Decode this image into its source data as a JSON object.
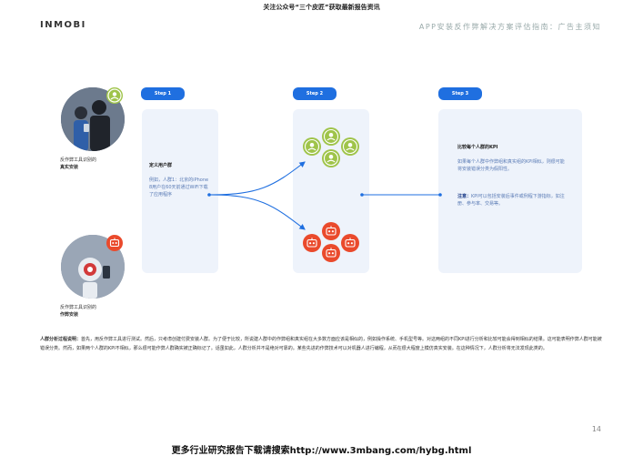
{
  "banner": "关注公众号“三个皮匠”获取最新报告资讯",
  "logo": "INMOBI",
  "doc_title": "APP安装反作弊解决方案评估指南：广告主须知",
  "left": {
    "real_caption": "反作弊工具识别的",
    "real_strong": "真实安装",
    "fraud_caption": "反作弊工具识别的",
    "fraud_strong": "作弊安装"
  },
  "steps": [
    {
      "label": "Step 1",
      "title": "定义用户群",
      "body": "例如，人群1：北京的iPhone 8用户在60天前通过WiFi下载了应用程序"
    },
    {
      "label": "Step 2"
    },
    {
      "label": "Step 3",
      "title": "比较每个人群的KPI",
      "body": "如果每个人群中作弊组和真实组的KPI相似，则很可能将安装错误分类为假阳性。",
      "note_strong": "注意：",
      "note": "KPI可以包括安装后事件或例程下游指标，如注册、参与率、交易等。"
    }
  ],
  "bottom": {
    "strong": "人群分析过程说明：",
    "text": "首先，用反作弊工具进行测试。然后，只考虑创建付费安装人群。为了便于比较，所说建人群中的作弊组和真实组在大多数方面应该是相似的，例如操作系统、手机型号等。对这两组的不同KPI进行分析和比较可能会得到相似的结果。这可能表明作弊人群可能被错误分类。然而，如果两个人群的KPI不相似，那么很可能作弊人群确实被正确标记了。话虽如此，人群分析并不是绝对可靠的。某些先进的作弊技术可以对机器人进行编程，从而在很大程度上模仿真实安装。在这种情况下，人群分析将无法发现此类的。"
  },
  "page_number": "14",
  "footer": "更多行业研究报告下载请搜索http://www.3mbang.com/hybg.html",
  "colors": {
    "accent": "#1f6fe0",
    "card": "#eef3fb",
    "green": "#9fc44a",
    "red": "#ea4a2c"
  }
}
